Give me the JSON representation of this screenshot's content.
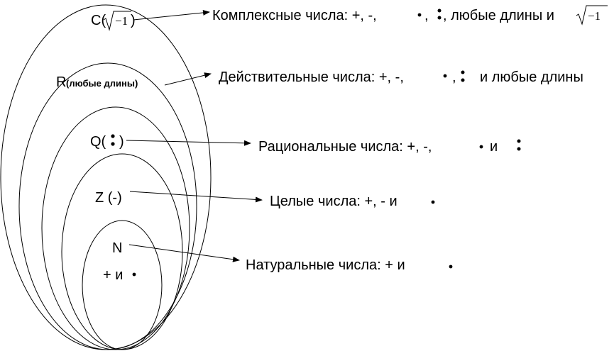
{
  "sets": {
    "complex": {
      "letter": "C(",
      "close": ")",
      "radicand": "−1",
      "description": "Комплексные числа: +, -, ",
      "desc_mid": ", любые длины и ",
      "desc_radicand": "−1"
    },
    "real": {
      "letter": "R",
      "note": "(любые длины)",
      "description": "Действительные числа: +, -,",
      "desc_end": "и любые длины"
    },
    "rational": {
      "letter": "Q(",
      "close": ")",
      "description": "Рациональные числа: +, -,",
      "desc_mid": "и"
    },
    "integer": {
      "label": "Z (-)",
      "description": "Целые числа: +, - и"
    },
    "natural": {
      "label": "N",
      "ops": "+ и",
      "description": "Натуральные числа: + и"
    }
  },
  "sep": {
    "comma": ","
  }
}
